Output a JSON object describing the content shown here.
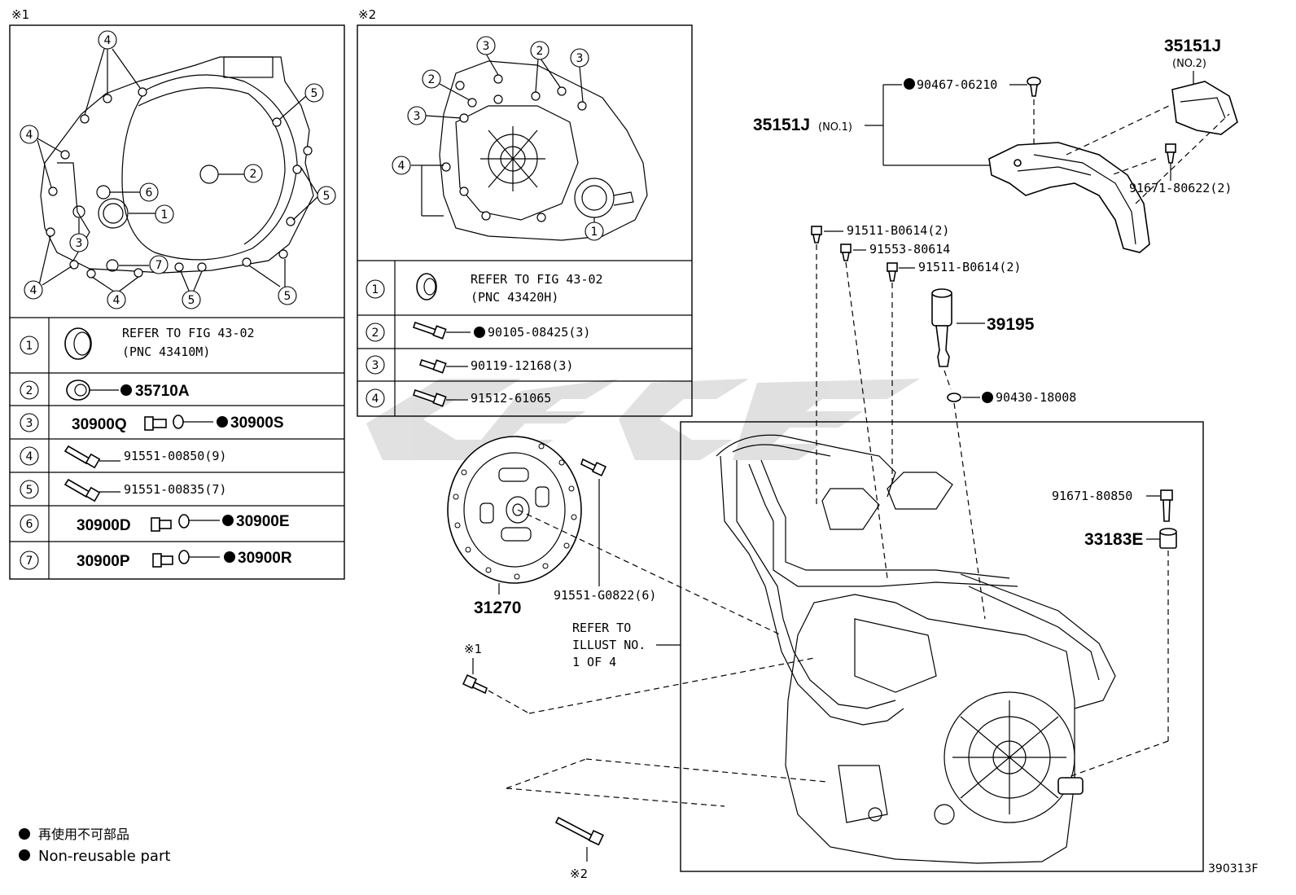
{
  "marks": {
    "box1": "※1",
    "box2": "※2",
    "bolt1": "※1",
    "bolt2": "※2"
  },
  "numbers": [
    "1",
    "2",
    "3",
    "4",
    "5",
    "6",
    "7"
  ],
  "table1": {
    "rows": [
      {
        "num": "1",
        "text1": "REFER TO FIG 43-02",
        "text2": "(PNC 43410M)"
      },
      {
        "num": "2",
        "part": "35710A"
      },
      {
        "num": "3",
        "partA": "30900Q",
        "partB": "30900S"
      },
      {
        "num": "4",
        "part": "91551-00850(9)"
      },
      {
        "num": "5",
        "part": "91551-00835(7)"
      },
      {
        "num": "6",
        "partA": "30900D",
        "partB": "30900E"
      },
      {
        "num": "7",
        "partA": "30900P",
        "partB": "30900R"
      }
    ]
  },
  "table2": {
    "rows": [
      {
        "num": "1",
        "text1": "REFER TO FIG 43-02",
        "text2": "(PNC 43420H)"
      },
      {
        "num": "2",
        "part": "90105-08425(3)"
      },
      {
        "num": "3",
        "part": "90119-12168(3)"
      },
      {
        "num": "4",
        "part": "91512-61065"
      }
    ]
  },
  "parts": {
    "p35151J_no2": "35151J",
    "p35151J_no2_sub": "(NO.2)",
    "p90467": "90467-06210",
    "p35151J_no1": "35151J",
    "p35151J_no1_sub": "(NO.1)",
    "p91671_80622": "91671-80622(2)",
    "p91511_a": "91511-B0614(2)",
    "p91553": "91553-80614",
    "p91511_b": "91511-B0614(2)",
    "p39195": "39195",
    "p90430": "90430-18008",
    "p91671_80850": "91671-80850",
    "p33183E": "33183E",
    "p31270": "31270",
    "p91551_G0822": "91551-G0822(6)",
    "refer1": "REFER TO",
    "refer2": "ILLUST NO.",
    "refer3": "1 OF 4"
  },
  "legend": {
    "line1": "再使用不可部品",
    "line2": "Non-reusable part"
  },
  "figure_id": "390313F"
}
